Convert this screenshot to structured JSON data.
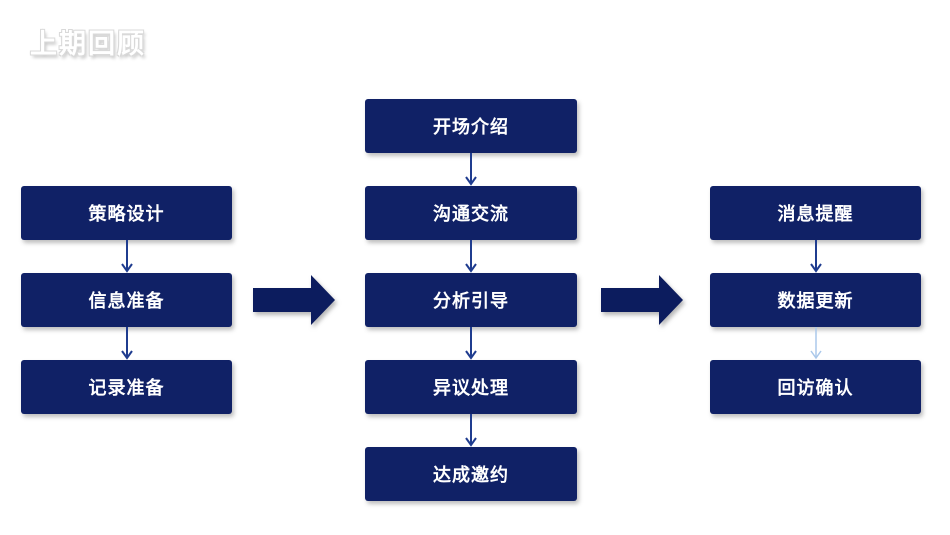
{
  "title": "上期回顾",
  "colors": {
    "background": "#ffffff",
    "box_fill": "#102166",
    "box_text": "#ffffff",
    "connector_dark": "#1f3c8f",
    "connector_light": "#aac8ea",
    "big_arrow": "#0c1c5e",
    "title_text": "#ffffff",
    "title_outline": "#d9d9d9"
  },
  "flow": {
    "stage_preparation": {
      "steps": [
        "策略设计",
        "信息准备",
        "记录准备"
      ]
    },
    "stage_conversation": {
      "steps": [
        "开场介绍",
        "沟通交流",
        "分析引导",
        "异议处理",
        "达成邀约"
      ]
    },
    "stage_followup": {
      "steps": [
        "消息提醒",
        "数据更新",
        "回访确认"
      ]
    }
  }
}
